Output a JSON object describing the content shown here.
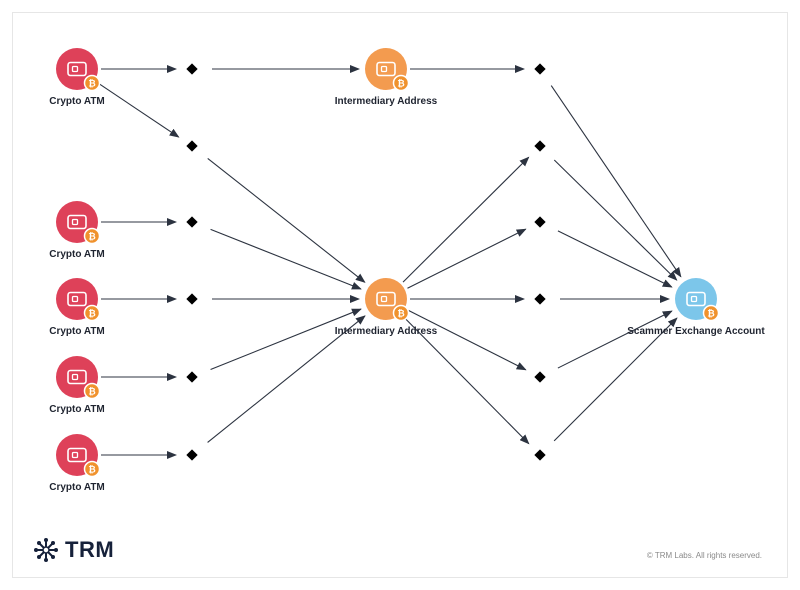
{
  "colors": {
    "atm": "#de4159",
    "intermediary": "#f39b4f",
    "exchange": "#7cc6ea",
    "bitcoin_badge": "#f0922d",
    "edge": "#2c3340",
    "junction": "#000000",
    "brand": "#16213a"
  },
  "nodes": [
    {
      "id": "atm1",
      "type": "atm",
      "label": "Crypto ATM",
      "icon": "wallet-bitcoin-icon"
    },
    {
      "id": "atm2",
      "type": "atm",
      "label": "Crypto ATM",
      "icon": "wallet-bitcoin-icon"
    },
    {
      "id": "atm3",
      "type": "atm",
      "label": "Crypto ATM",
      "icon": "wallet-bitcoin-icon"
    },
    {
      "id": "atm4",
      "type": "atm",
      "label": "Crypto ATM",
      "icon": "wallet-bitcoin-icon"
    },
    {
      "id": "atm5",
      "type": "atm",
      "label": "Crypto ATM",
      "icon": "wallet-bitcoin-icon"
    },
    {
      "id": "inter1",
      "type": "intermediary",
      "label": "Intermediary Address",
      "icon": "wallet-bitcoin-icon"
    },
    {
      "id": "inter2",
      "type": "intermediary",
      "label": "Intermediary Address",
      "icon": "wallet-bitcoin-icon"
    },
    {
      "id": "exchange",
      "type": "exchange",
      "label": "Scammer Exchange Account",
      "icon": "wallet-bitcoin-icon"
    }
  ],
  "junctions": [
    "j1",
    "j2",
    "j3",
    "j4",
    "j5",
    "j6",
    "jr1",
    "jr2",
    "jr3",
    "jr4",
    "jr5",
    "jr6"
  ],
  "edges": [
    [
      "atm1",
      "j1"
    ],
    [
      "j1",
      "inter1"
    ],
    [
      "inter1",
      "jr1"
    ],
    [
      "jr1",
      "exchange"
    ],
    [
      "atm1",
      "j2"
    ],
    [
      "j2",
      "inter2"
    ],
    [
      "atm2",
      "j3"
    ],
    [
      "j3",
      "inter2"
    ],
    [
      "atm3",
      "j4"
    ],
    [
      "j4",
      "inter2"
    ],
    [
      "atm4",
      "j5"
    ],
    [
      "j5",
      "inter2"
    ],
    [
      "atm5",
      "j6"
    ],
    [
      "j6",
      "inter2"
    ],
    [
      "inter2",
      "jr2"
    ],
    [
      "jr2",
      "exchange"
    ],
    [
      "inter2",
      "jr3"
    ],
    [
      "jr3",
      "exchange"
    ],
    [
      "inter2",
      "jr4"
    ],
    [
      "jr4",
      "exchange"
    ],
    [
      "inter2",
      "jr5"
    ],
    [
      "jr5",
      "exchange"
    ],
    [
      "inter2",
      "jr6"
    ],
    [
      "jr6",
      "exchange"
    ]
  ],
  "footer": {
    "brand_name": "TRM",
    "brand_icon": "trm-starburst-logo-icon",
    "copyright": "© TRM Labs. All rights reserved."
  }
}
